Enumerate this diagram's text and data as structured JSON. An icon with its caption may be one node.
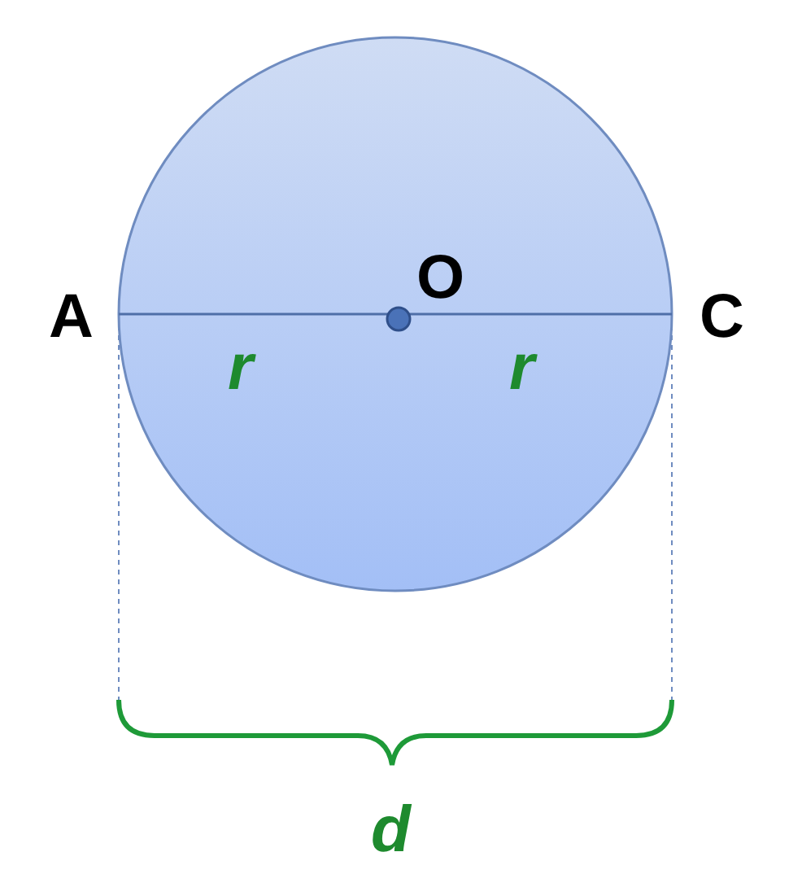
{
  "diagram": {
    "nodes": [
      {
        "text": [],
        "shape": "circle"
      }
    ],
    "labels": [
      "A",
      "O",
      "C",
      "r",
      "r",
      "d"
    ]
  }
}
